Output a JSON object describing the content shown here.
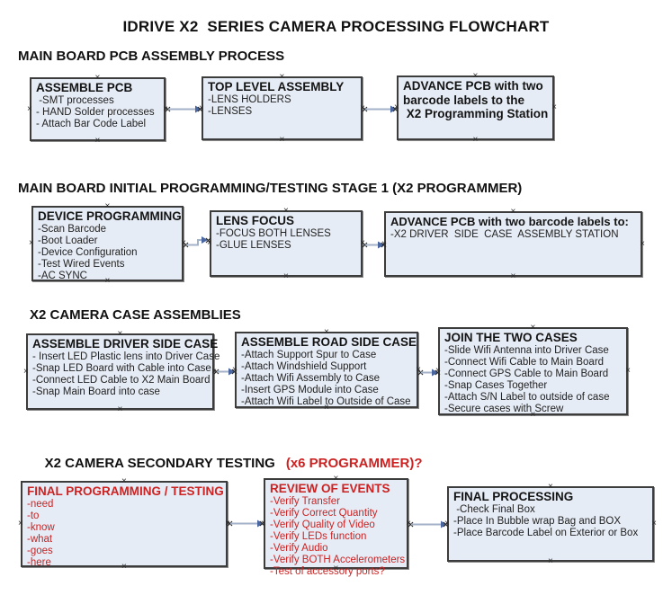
{
  "title": "IDRIVE X2  SERIES CAMERA PROCESSING FLOWCHART",
  "colors": {
    "box_fill": "#e6ecf5",
    "box_border": "#3c3c3c",
    "arrow_line": "#a3b2c8",
    "arrow_head": "#4a66a0",
    "red_text": "#cc2222",
    "black_text": "#1a1a1a"
  },
  "sections": [
    {
      "heading": "MAIN BOARD PCB ASSEMBLY PROCESS",
      "boxes": [
        {
          "title": "ASSEMBLE PCB",
          "items": [
            " -SMT processes",
            "- HAND Solder processes",
            "- Attach Bar Code Label"
          ]
        },
        {
          "title": "TOP LEVEL ASSEMBLY",
          "items": [
            "-LENS HOLDERS",
            "-LENSES"
          ]
        },
        {
          "title": "ADVANCE PCB with two\nbarcode labels to the\n X2 Programming Station",
          "items": []
        }
      ]
    },
    {
      "heading": "MAIN BOARD INITIAL PROGRAMMING/TESTING STAGE 1 (X2 PROGRAMMER)",
      "boxes": [
        {
          "title": "DEVICE PROGRAMMING",
          "items": [
            "-Scan Barcode",
            "-Boot Loader",
            "-Device Configuration",
            "-Test Wired Events",
            "-AC SYNC"
          ]
        },
        {
          "title": "LENS FOCUS",
          "items": [
            "-FOCUS BOTH LENSES",
            "-GLUE LENSES"
          ]
        },
        {
          "title": "ADVANCE PCB with two barcode labels to:",
          "items": [
            "-X2 DRIVER  SIDE  CASE  ASSEMBLY STATION"
          ]
        }
      ]
    },
    {
      "heading": "X2 CAMERA CASE ASSEMBLIES",
      "boxes": [
        {
          "title": "ASSEMBLE DRIVER SIDE CASE",
          "items": [
            "- Insert LED Plastic lens into Driver Case",
            "-Snap LED Board with Cable into Case",
            "-Connect LED Cable to X2 Main Board",
            "-Snap Main Board into case"
          ]
        },
        {
          "title": "ASSEMBLE ROAD SIDE CASE",
          "items": [
            "-Attach Support Spur to Case",
            "-Attach Windshield Support",
            "-Attach Wifi Assembly to Case",
            "-Insert GPS Module into Case",
            "-Attach Wifi Label to Outside of Case"
          ]
        },
        {
          "title": "JOIN THE TWO CASES",
          "items": [
            "-Slide Wifi Antenna into Driver Case",
            "-Connect Wifi Cable to Main Board",
            "-Connect GPS Cable to Main Board",
            "-Snap Cases Together",
            "-Attach S/N Label to outside of case",
            "-Secure cases with Screw"
          ]
        }
      ]
    },
    {
      "heading": "X2 CAMERA SECONDARY TESTING",
      "heading_red": "(x6 PROGRAMMER)?",
      "boxes": [
        {
          "title": "FINAL PROGRAMMING / TESTING",
          "items": [
            "-need",
            "-to",
            "-know",
            "-what",
            "-goes",
            "-here"
          ]
        },
        {
          "title": "REVIEW OF EVENTS",
          "items": [
            "-Verify Transfer",
            "-Verify Correct Quantity",
            "-Verify Quality of Video",
            "-Verify LEDs function",
            "-Verify Audio",
            "-Verify BOTH Accelerometers",
            "-Test of accessory ports?"
          ]
        },
        {
          "title": "FINAL PROCESSING",
          "items": [
            " -Check Final Box",
            "-Place In Bubble wrap Bag and BOX",
            "-Place Barcode Label on Exterior or Box"
          ]
        }
      ]
    }
  ]
}
